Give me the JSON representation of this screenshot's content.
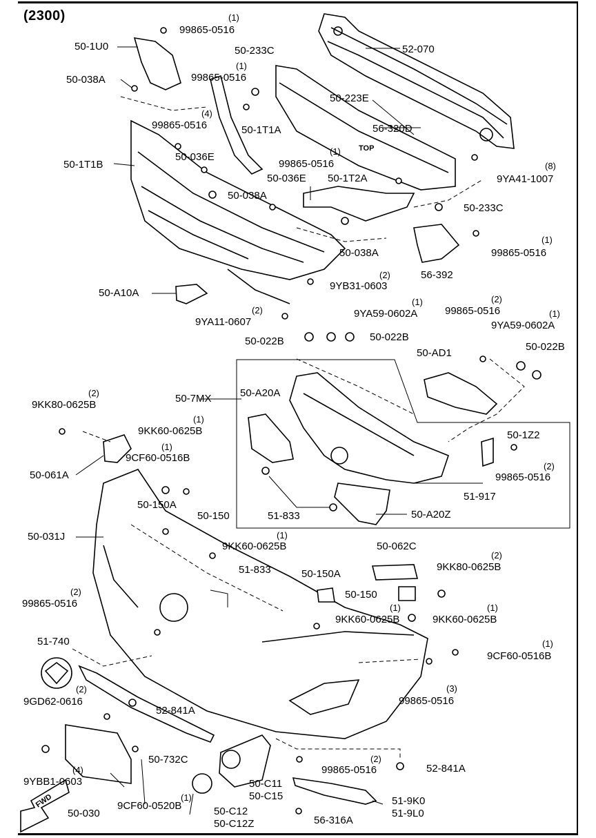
{
  "header": {
    "section_code": "(2300)"
  },
  "labels": [
    {
      "id": "l1",
      "text": "99865-0516",
      "qty": "(1)"
    },
    {
      "id": "l2",
      "text": "50-1U0"
    },
    {
      "id": "l3",
      "text": "50-233C"
    },
    {
      "id": "l4",
      "text": "52-070"
    },
    {
      "id": "l5",
      "text": "50-038A"
    },
    {
      "id": "l6",
      "text": "99865-0516",
      "qty": "(1)"
    },
    {
      "id": "l7",
      "text": "50-223E"
    },
    {
      "id": "l8",
      "text": "99865-0516",
      "qty": "(4)"
    },
    {
      "id": "l9",
      "text": "50-1T1A"
    },
    {
      "id": "l10",
      "text": "56-320D"
    },
    {
      "id": "l11",
      "text": "50-1T1B"
    },
    {
      "id": "l12",
      "text": "50-036E"
    },
    {
      "id": "l13",
      "text": "99865-0516",
      "qty": "(1)"
    },
    {
      "id": "l14",
      "text": "9YA41-1007",
      "qty": "(8)"
    },
    {
      "id": "l15",
      "text": "50-036E"
    },
    {
      "id": "l16",
      "text": "50-1T2A"
    },
    {
      "id": "l17",
      "text": "50-038A"
    },
    {
      "id": "l18",
      "text": "50-233C"
    },
    {
      "id": "l19",
      "text": "99865-0516",
      "qty": "(1)"
    },
    {
      "id": "l20",
      "text": "50-038A"
    },
    {
      "id": "l21",
      "text": "56-392"
    },
    {
      "id": "l22",
      "text": "50-A10A"
    },
    {
      "id": "l23",
      "text": "9YB31-0603",
      "qty": "(2)"
    },
    {
      "id": "l24",
      "text": "9YA11-0607",
      "qty": "(2)"
    },
    {
      "id": "l25",
      "text": "9YA59-0602A",
      "qty": "(1)"
    },
    {
      "id": "l26",
      "text": "99865-0516",
      "qty": "(2)"
    },
    {
      "id": "l27",
      "text": "9YA59-0602A",
      "qty": "(1)"
    },
    {
      "id": "l28",
      "text": "50-022B"
    },
    {
      "id": "l29",
      "text": "50-022B"
    },
    {
      "id": "l30",
      "text": "50-022B"
    },
    {
      "id": "l31",
      "text": "50-AD1"
    },
    {
      "id": "l32",
      "text": "50-7MX"
    },
    {
      "id": "l33",
      "text": "50-A20A"
    },
    {
      "id": "l34",
      "text": "9KK80-0625B",
      "qty": "(2)"
    },
    {
      "id": "l35",
      "text": "9KK60-0625B",
      "qty": "(1)"
    },
    {
      "id": "l36",
      "text": "9CF60-0516B",
      "qty": "(1)"
    },
    {
      "id": "l37",
      "text": "50-1Z2"
    },
    {
      "id": "l38",
      "text": "99865-0516",
      "qty": "(2)"
    },
    {
      "id": "l39",
      "text": "50-061A"
    },
    {
      "id": "l40",
      "text": "51-917"
    },
    {
      "id": "l41",
      "text": "50-150A"
    },
    {
      "id": "l42",
      "text": "50-150"
    },
    {
      "id": "l43",
      "text": "51-833"
    },
    {
      "id": "l44",
      "text": "50-A20Z"
    },
    {
      "id": "l45",
      "text": "50-031J"
    },
    {
      "id": "l46",
      "text": "9KK60-0625B",
      "qty": "(1)"
    },
    {
      "id": "l47",
      "text": "51-833"
    },
    {
      "id": "l48",
      "text": "50-062C"
    },
    {
      "id": "l49",
      "text": "9KK80-0625B",
      "qty": "(2)"
    },
    {
      "id": "l50",
      "text": "50-150A"
    },
    {
      "id": "l51",
      "text": "99865-0516",
      "qty": "(2)"
    },
    {
      "id": "l52",
      "text": "50-150"
    },
    {
      "id": "l53",
      "text": "9KK60-0625B",
      "qty": "(1)"
    },
    {
      "id": "l54",
      "text": "9KK60-0625B",
      "qty": "(1)"
    },
    {
      "id": "l55",
      "text": "51-740"
    },
    {
      "id": "l56",
      "text": "9CF60-0516B",
      "qty": "(1)"
    },
    {
      "id": "l57",
      "text": "9GD62-0616",
      "qty": "(2)"
    },
    {
      "id": "l58",
      "text": "52-841A"
    },
    {
      "id": "l59",
      "text": "99865-0516",
      "qty": "(3)"
    },
    {
      "id": "l60",
      "text": "9YBB1-0603",
      "qty": "(4)"
    },
    {
      "id": "l61",
      "text": "50-732C"
    },
    {
      "id": "l62",
      "text": "99865-0516",
      "qty": "(2)"
    },
    {
      "id": "l63",
      "text": "52-841A"
    },
    {
      "id": "l64",
      "text": "50-C11"
    },
    {
      "id": "l65",
      "text": "50-C15"
    },
    {
      "id": "l66",
      "text": "50-030"
    },
    {
      "id": "l67",
      "text": "9CF60-0520B"
    },
    {
      "id": "l68",
      "text": "50-C12",
      "qty": "(1)"
    },
    {
      "id": "l69",
      "text": "50-C12Z"
    },
    {
      "id": "l70",
      "text": "51-9K0"
    },
    {
      "id": "l71",
      "text": "51-9L0"
    },
    {
      "id": "l72",
      "text": "56-316A"
    }
  ],
  "markings": {
    "top_mark": "TOP",
    "front_arrow": "FWD"
  }
}
